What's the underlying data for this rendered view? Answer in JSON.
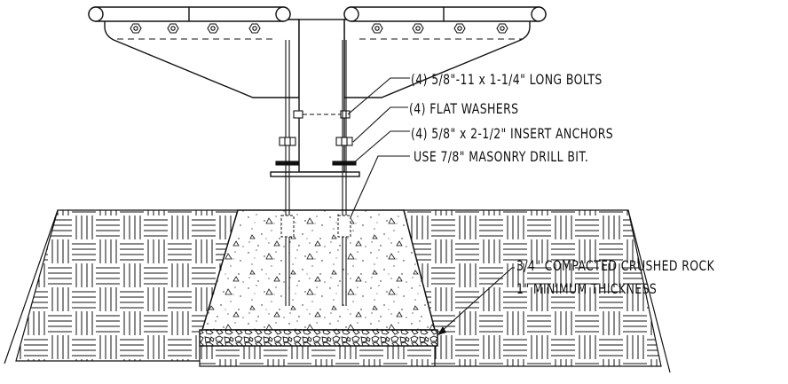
{
  "callouts": {
    "bolts": "(4) 5/8\"-11 x 1-1/4\" LONG BOLTS",
    "washers": "(4) FLAT WASHERS",
    "anchors": "(4) 5/8\" x 2-1/2\" INSERT ANCHORS",
    "drill_bit": "USE 7/8\" MASONRY DRILL BIT.",
    "rock": "3/4\" COMPACTED CRUSHED ROCK",
    "thickness": "1\" MINIMUM THICKNESS"
  },
  "colors": {
    "line": "#111111",
    "background": "#ffffff"
  }
}
